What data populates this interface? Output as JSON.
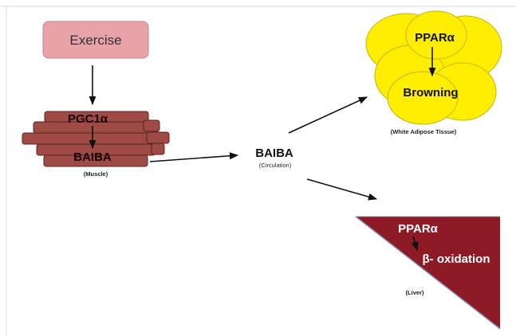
{
  "exercise": {
    "label": "Exercise"
  },
  "muscle": {
    "top_label": "PGC1α",
    "bottom_label": "BAIBA",
    "caption": "(Muscle)"
  },
  "circulation": {
    "label": "BAIBA",
    "caption": "(Circulation)"
  },
  "adipose": {
    "top_label": "PPARα",
    "bottom_label": "Browning",
    "caption": "(White Adipose Tissue)"
  },
  "liver": {
    "top_label": "PPARα",
    "bottom_label": "β- oxidation",
    "caption": "(Liver)"
  },
  "colors": {
    "exercise_fill": "#e8a3a8",
    "exercise_border": "#c98088",
    "muscle_fiber": "#9e4a45",
    "muscle_stroke": "#5c2420",
    "fat_fill": "#ffee00",
    "fat_stroke": "#c8b400",
    "liver_fill": "#8e1a26",
    "liver_edge": "#7f8fb0"
  }
}
